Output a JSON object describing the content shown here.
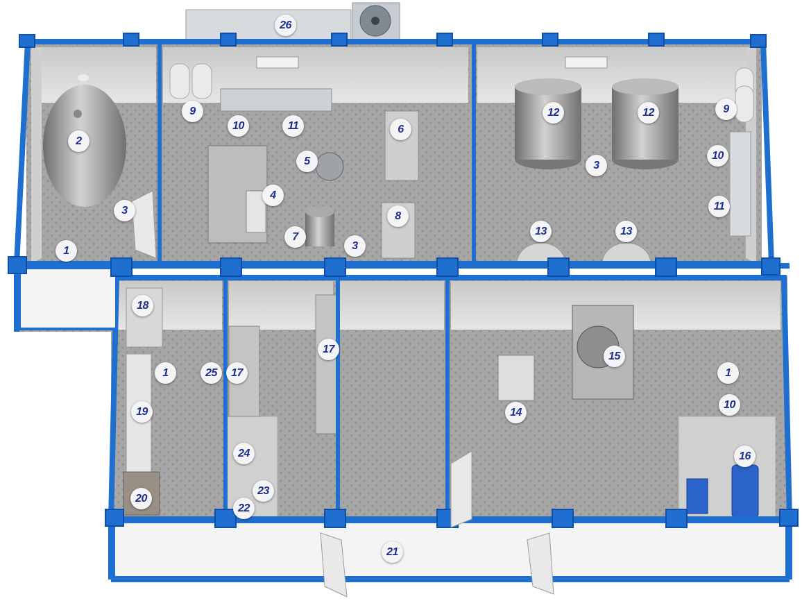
{
  "diagram": {
    "labels": {
      "milk_tank_a": "1",
      "milk_tank_b": "2",
      "pump_a": "3",
      "pasteurizer": "4",
      "separator": "5",
      "unit_6": "6",
      "vat_7": "7",
      "unit_8": "8",
      "tanks_9a": "9",
      "sink_10a": "10",
      "sink_11a": "11",
      "ripening_tank_a": "12",
      "ripening_tank_b": "12",
      "pump_b": "3",
      "tanks_9b": "9",
      "sink_10b": "10",
      "sink_11b": "11",
      "drain_a": "13",
      "drain_b": "13",
      "pump_c": "3",
      "cabinet_18": "18",
      "basin_1b": "1",
      "bench_19": "19",
      "unit_20": "20",
      "shelf_25": "25",
      "shelf_17a": "17",
      "shelf_17b": "17",
      "toilet_24": "24",
      "shower_23": "23",
      "shower_22": "22",
      "filler_14": "14",
      "filler_15": "15",
      "basin_1c": "1",
      "sink_10c": "10",
      "compressor_16": "16",
      "condenser_21": "21",
      "roof_unit_26": "26"
    },
    "colors": {
      "container_frame": "#1f6fd1",
      "frame_dark": "#0f4ea6",
      "floor": "#a9a9a9",
      "wall": "#dcdcdc",
      "label_text": "#1c2f8c",
      "label_bg": "#f4f4f6"
    }
  }
}
